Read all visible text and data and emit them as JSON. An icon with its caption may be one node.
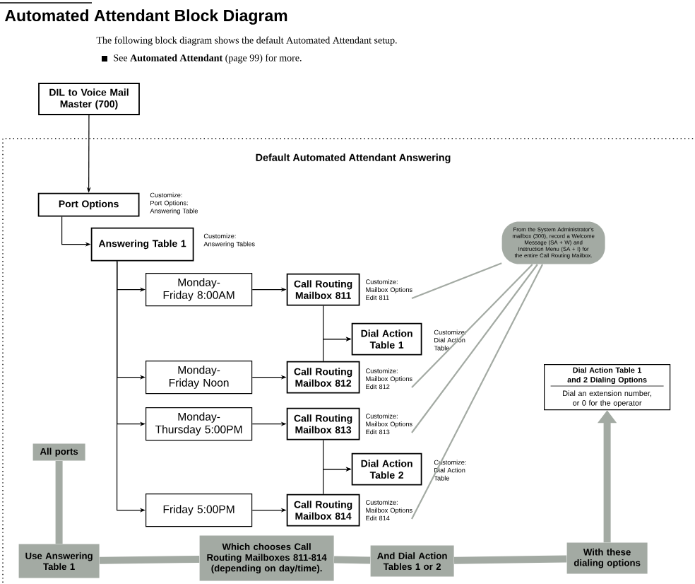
{
  "diagram": {
    "title": "Automated Attendant Block Diagram",
    "nodes": [
      {
        "text": [
          "DIL to Voice Mail Master (700)"
        ]
      },
      {
        "text": [
          "Default Automated Attendant Answering"
        ]
      },
      {
        "text": [
          "Port Options"
        ],
        "beside": [
          "Customize: Port Options: Answering Table"
        ],
        "in": 1
      },
      {
        "text": [
          "Answering Table 1"
        ],
        "beside": [
          "Customize: Answering Tables"
        ],
        "in": 1
      },
      {
        "text": [
          "Monday-Friday 8:00AM"
        ],
        "in": 1
      },
      {
        "text": [
          "Call Routing Mailbox 811"
        ],
        "in": 1
      },
      {
        "text": [
          "Dial Action Table 1"
        ],
        "beside": [
          "Customize: Dial Action Table"
        ],
        "in": 1
      },
      {
        "text": [
          "Monday-Friday Noon"
        ],
        "in": 1
      },
      {
        "text": [
          "Call Routing Mailbox 812"
        ],
        "in": 1
      },
      {
        "text": [
          "Monday-Thursday 5:00PM"
        ],
        "in": 1
      },
      {
        "text": [
          "Call Routing Mailbox 813"
        ],
        "in": 1
      },
      {
        "text": [
          "Dial Action Table 2"
        ],
        "beside": [
          "Customize: Dial Action Table"
        ],
        "in": 1
      },
      {
        "text": [
          "Friday 5:00PM"
        ],
        "in": 1
      },
      {
        "text": [
          "Call Routing Mailbox 814"
        ],
        "in": 1
      },
      {
        "text": [
          "From the System Administrator's mailbox (300), record a Welcome Message (SA + W) and Instruction Menu (SA + I) for the entire Call Routing Mailbox."
        ],
        "in": 1
      },
      {
        "text": [
          "Customize: Mailbox Options Edit 811"
        ],
        "in": 1
      },
      {
        "text": [
          "Customize: Mailbox Options Edit 812"
        ],
        "in": 1
      },
      {
        "text": [
          "Customize: Mailbox Options Edit 813"
        ],
        "in": 1
      },
      {
        "text": [
          "Customize: Mailbox Options Edit 814"
        ],
        "in": 1
      },
      {
        "text": [
          "Dial Action Table 1 and 2 Dialing Options",
          "Dial an extension number, or 0 for the operator"
        ],
        "in": 1
      },
      {
        "text": [
          "All ports"
        ],
        "in": 1
      },
      {
        "text": [
          "Use Answering Table 1"
        ],
        "in": 1
      },
      {
        "text": [
          "Which chooses Call Routing Mailboxes 811-814 (depending on day/time)."
        ],
        "in": 1
      },
      {
        "text": [
          "And Dial Action Tables 1 or 2"
        ],
        "in": 1
      },
      {
        "text": [
          "With these dialing options"
        ],
        "in": 1
      }
    ],
    "edges": [
      {
        "from": 0,
        "to": 2,
        "arrow": "to"
      },
      {
        "from": 2,
        "to": 3,
        "arrow": "to"
      },
      {
        "from": 3,
        "to": 4,
        "arrow": "to"
      },
      {
        "from": 3,
        "to": 7,
        "arrow": "to"
      },
      {
        "from": 3,
        "to": 9,
        "arrow": "to"
      },
      {
        "from": 3,
        "to": 12,
        "arrow": "to"
      },
      {
        "from": 4,
        "to": 5,
        "arrow": "to"
      },
      {
        "from": 7,
        "to": 8,
        "arrow": "to"
      },
      {
        "from": 9,
        "to": 10,
        "arrow": "to"
      },
      {
        "from": 12,
        "to": 13,
        "arrow": "to"
      },
      {
        "from": 5,
        "to": 6,
        "arrow": "to"
      },
      {
        "from": 8,
        "to": 6,
        "arrow": "to"
      },
      {
        "from": 10,
        "to": 11,
        "arrow": "to"
      },
      {
        "from": 13,
        "to": 11,
        "arrow": "to"
      },
      {
        "from": 14,
        "to": 15,
        "arrow": "none",
        "color": "#a3aaa3"
      },
      {
        "from": 14,
        "to": 16,
        "arrow": "none",
        "color": "#a3aaa3"
      },
      {
        "from": 14,
        "to": 17,
        "arrow": "none",
        "color": "#a3aaa3"
      },
      {
        "from": 14,
        "to": 18,
        "arrow": "none",
        "color": "#a3aaa3"
      },
      {
        "from": 20,
        "to": 21,
        "arrow": "none",
        "style": "thick",
        "color": "#a3aaa3"
      },
      {
        "from": 21,
        "to": 22,
        "arrow": "none",
        "style": "thick",
        "color": "#a3aaa3"
      },
      {
        "from": 22,
        "to": 23,
        "arrow": "none",
        "style": "thick",
        "color": "#a3aaa3"
      },
      {
        "from": 23,
        "to": 24,
        "arrow": "none",
        "style": "thick",
        "color": "#a3aaa3"
      },
      {
        "from": 24,
        "to": 19,
        "arrow": "to",
        "style": "thick",
        "color": "#a3aaa3"
      }
    ],
    "labels": [
      "The following block diagram shows the default Automated Attendant setup.",
      "See **Automated Attendant** (page 99) for more."
    ]
  }
}
